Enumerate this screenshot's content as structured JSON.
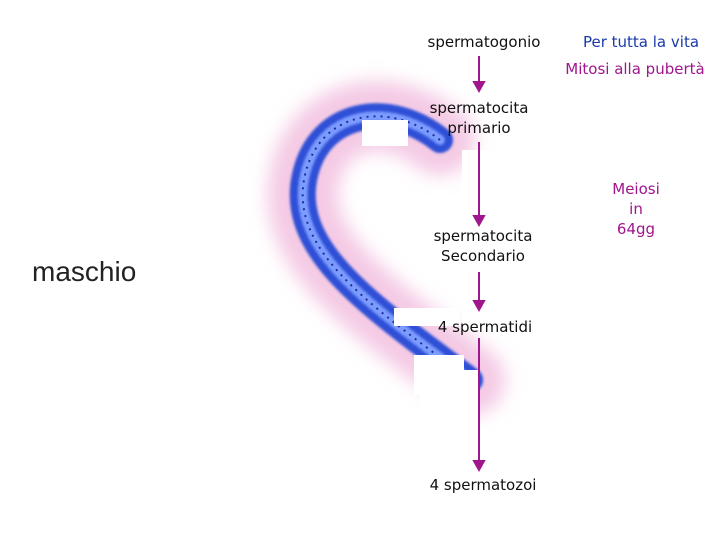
{
  "sex_label": "maschio",
  "stages": [
    "spermatogonio",
    "spermatocita\nprimario",
    "spermatocita\nSecondario",
    "4 spermatidi",
    "4 spermatozoi"
  ],
  "notes": {
    "per_tutta_la_vita": "Per tutta la vita",
    "mitosi": "Mitosi alla pubertà",
    "meiosi": "Meiosi\nin\n64gg"
  },
  "colors": {
    "arrow": "#a0168c",
    "note_blue": "#1a3aa8",
    "note_magenta": "#a0168c",
    "tubule": "#3c5fe0"
  }
}
